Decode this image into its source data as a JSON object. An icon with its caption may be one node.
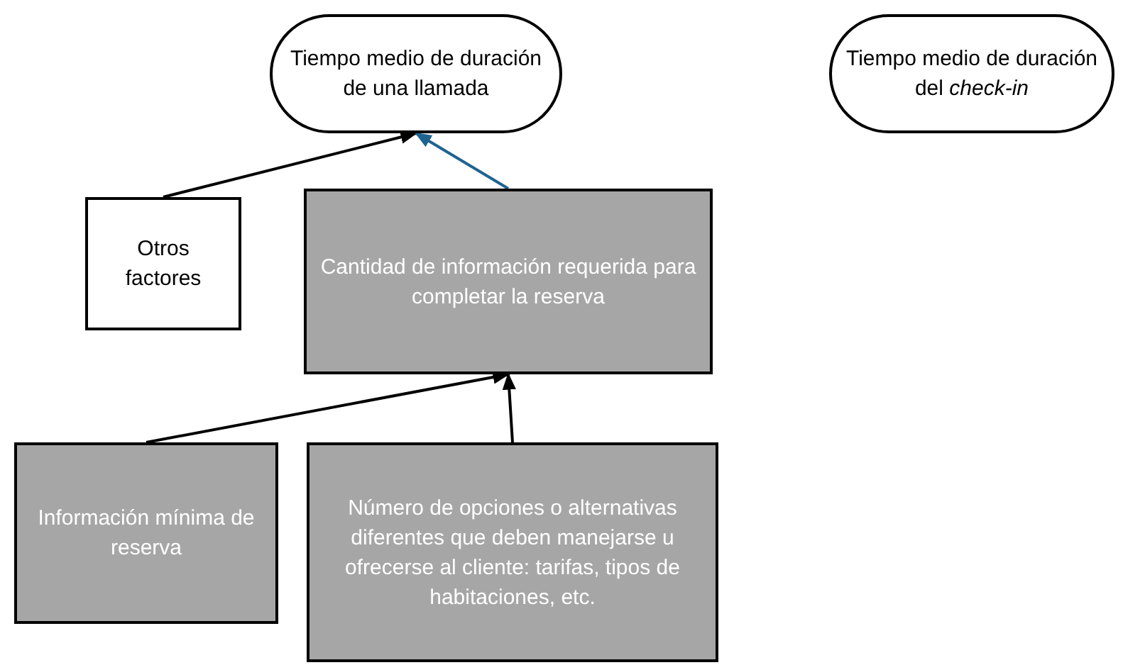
{
  "diagram": {
    "nodes": [
      {
        "text": [
          "Tiempo medio de duración de una llamada"
        ]
      },
      {
        "text": [
          "Tiempo medio de duración del *check-in*"
        ]
      },
      {
        "text": [
          "Otros factores"
        ]
      },
      {
        "text": [
          "Cantidad de información requerida para completar la reserva"
        ]
      },
      {
        "text": [
          "Información mínima de reserva"
        ]
      },
      {
        "text": [
          "Número de opciones o alternativas diferentes que deben manejarse u ofrecerse al cliente: tarifas, tipos de habitaciones, etc."
        ]
      }
    ],
    "edges": [
      {
        "from": 2,
        "to": 0,
        "arrow": "to"
      },
      {
        "from": 3,
        "to": 0,
        "arrow": "to",
        "color": "#1f6391"
      },
      {
        "from": 4,
        "to": 3,
        "arrow": "to"
      },
      {
        "from": 5,
        "to": 3,
        "arrow": "to"
      }
    ]
  }
}
